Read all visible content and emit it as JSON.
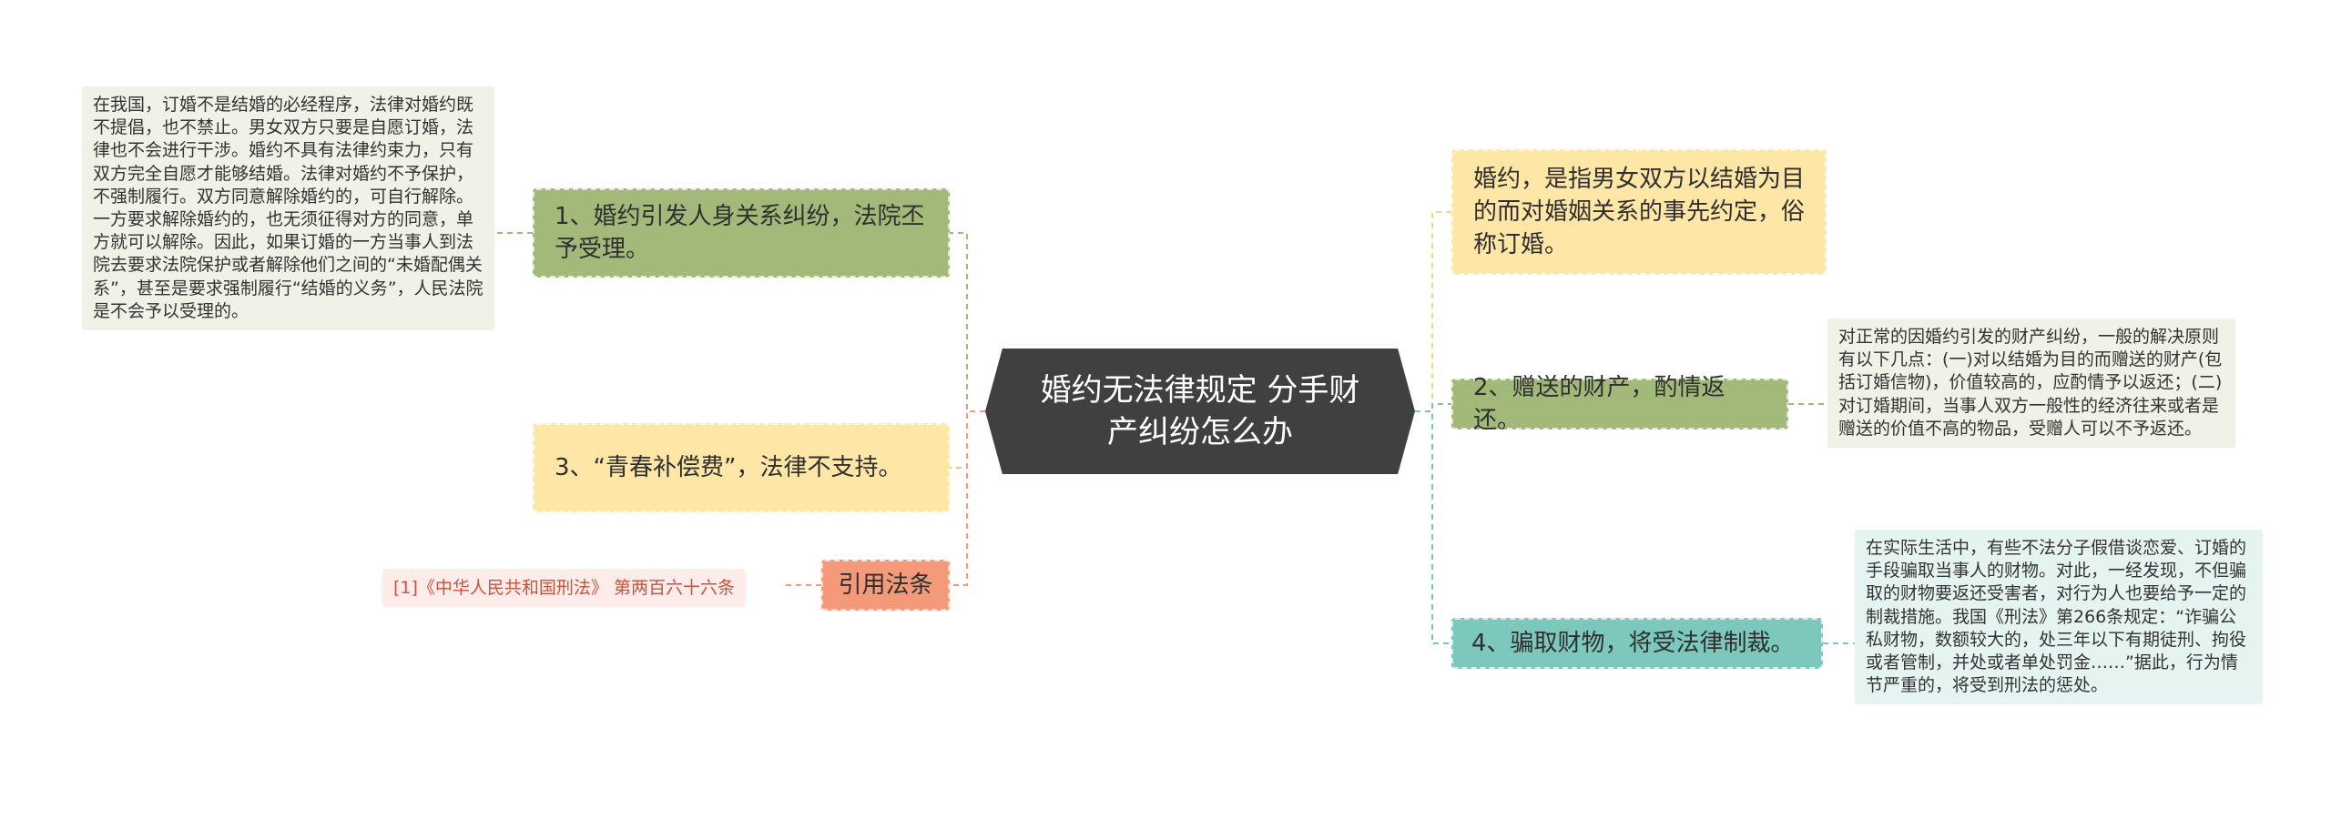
{
  "central": {
    "label": "婚约无法律规定 分手财产纠纷怎么办"
  },
  "topics": [
    {
      "label": "1、婚约引发人身关系纠纷，法院丕予受理。"
    },
    {
      "label": "3、“青春补偿费”，法律不支持。"
    },
    {
      "label": "引用法条"
    },
    {
      "label": "婚约，是指男女双方以结婚为目的而对婚姻关系的事先约定，俗称订婚。"
    },
    {
      "label": "2、赠送的财产，酌情返还。"
    },
    {
      "label": "4、骗取财物，将受法律制裁。"
    }
  ],
  "details": [
    {
      "text": "在我国，订婚不是结婚的必经程序，法律对婚约既不提倡，也不禁止。男女双方只要是自愿订婚，法律也不会进行干涉。婚约不具有法律约束力，只有双方完全自愿才能够结婚。法律对婚约不予保护，不强制履行。双方同意解除婚约的，可自行解除。一方要求解除婚约的，也无须征得对方的同意，单方就可以解除。因此，如果订婚的一方当事人到法院去要求法院保护或者解除他们之间的“未婚配偶关系”，甚至是要求强制履行“结婚的义务”，人民法院是不会予以受理的。"
    },
    {
      "text": "[1]《中华人民共和国刑法》 第两百六十六条"
    },
    {
      "text": "对正常的因婚约引发的财产纠纷，一般的解决原则有以下几点：(一)对以结婚为目的而赠送的财产(包括订婚信物)，价值较高的，应酌情予以返还；(二)对订婚期间，当事人双方一般性的经济往来或者是赠送的价值不高的物品，受赠人可以不予返还。"
    },
    {
      "text": "在实际生活中，有些不法分子假借谈恋爱、订婚的手段骗取当事人的财物。对此，一经发现，不但骗取的财物要返还受害者，对行为人也要给予一定的制裁措施。我国《刑法》第266条规定：“诈骗公私财物，数额较大的，处三年以下有期徒刑、拘役或者管制，并处或者单处罚金……”据此，行为情节严重的，将受到刑法的惩处。"
    }
  ],
  "colors": {
    "center": "#404040",
    "green": "#a3b97a",
    "yellow": "#fde6a6",
    "teal": "#7cc8bd",
    "citation": "#f49a7a",
    "detail_green": "#eff2e7",
    "detail_teal": "#e6f4f1",
    "detail_citation": "#fdecea"
  }
}
